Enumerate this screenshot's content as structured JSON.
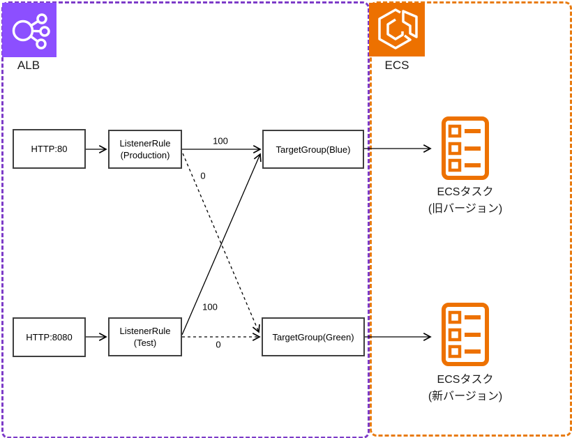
{
  "groups": {
    "alb": {
      "label": "ALB"
    },
    "ecs": {
      "label": "ECS"
    }
  },
  "nodes": {
    "http_80": {
      "label": "HTTP:80"
    },
    "listener_rule_production": {
      "line1": "ListenerRule",
      "line2": "(Production)"
    },
    "target_group_blue": {
      "label": "TargetGroup(Blue)"
    },
    "http_8080": {
      "label": "HTTP:8080"
    },
    "listener_rule_test": {
      "line1": "ListenerRule",
      "line2": "(Test)"
    },
    "target_group_green": {
      "label": "TargetGroup(Green)"
    },
    "ecs_task_old": {
      "line1": "ECSタスク",
      "line2": "(旧バージョン)"
    },
    "ecs_task_new": {
      "line1": "ECSタスク",
      "line2": "(新バージョン)"
    }
  },
  "edges": {
    "http80_to_production": {
      "style": "solid",
      "weight": ""
    },
    "prod_to_blue": {
      "style": "solid",
      "weight": "100"
    },
    "prod_to_green": {
      "style": "dashed",
      "weight": "0"
    },
    "test_to_blue": {
      "style": "solid",
      "weight": "100"
    },
    "test_to_green": {
      "style": "dashed",
      "weight": "0"
    },
    "http8080_to_test": {
      "style": "solid",
      "weight": ""
    },
    "blue_to_old_task": {
      "style": "solid",
      "weight": ""
    },
    "green_to_new_task": {
      "style": "solid",
      "weight": ""
    }
  },
  "icons": {
    "alb": "application-load-balancer-icon",
    "ecs": "ecs-service-icon",
    "task": "ecs-task-icon"
  },
  "colors": {
    "alb_icon_fill": "#8C4FFF",
    "alb_group_border": "#7D3BC8",
    "ecs_icon_fill": "#ED7100",
    "ecs_group_border": "#E87B10",
    "task_icon_stroke": "#ED7100",
    "node_border": "#3F3F3F",
    "edge_stroke": "#000000",
    "text": "#000000"
  }
}
